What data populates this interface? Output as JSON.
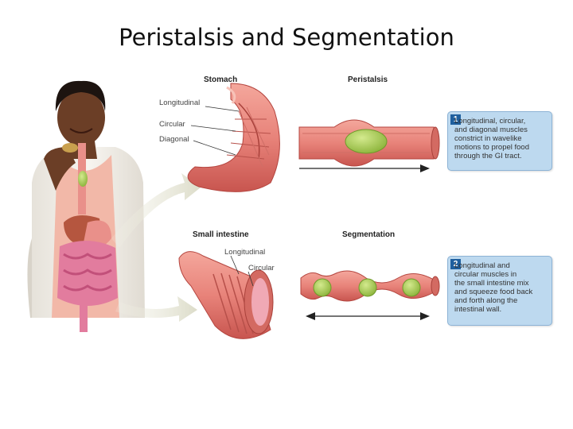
{
  "title": "Peristalsis and Segmentation",
  "stomach": {
    "heading": "Stomach",
    "layers": [
      "Longitudinal",
      "Circular",
      "Diagonal"
    ]
  },
  "small_intestine": {
    "heading": "Small intestine",
    "layers": [
      "Longitudinal",
      "Circular"
    ]
  },
  "peristalsis": {
    "heading": "Peristalsis",
    "step": "1",
    "description": "Longitudinal, circular,\nand diagonal muscles\nconstrict in wavelike\nmotions to propel food\nthrough the GI tract."
  },
  "segmentation": {
    "heading": "Segmentation",
    "step": "2",
    "description": "Longitudinal and\ncircular muscles in\nthe small intestine mix\nand squeeze food back\nand forth along the\nintestinal wall."
  },
  "colors": {
    "muscle": "#e8837a",
    "muscle_dark": "#c8554f",
    "food_bolus": "#9cc04a",
    "box_fill": "#bdd9ef",
    "box_number": "#1f5f9e",
    "skin": "#6b3e26"
  }
}
